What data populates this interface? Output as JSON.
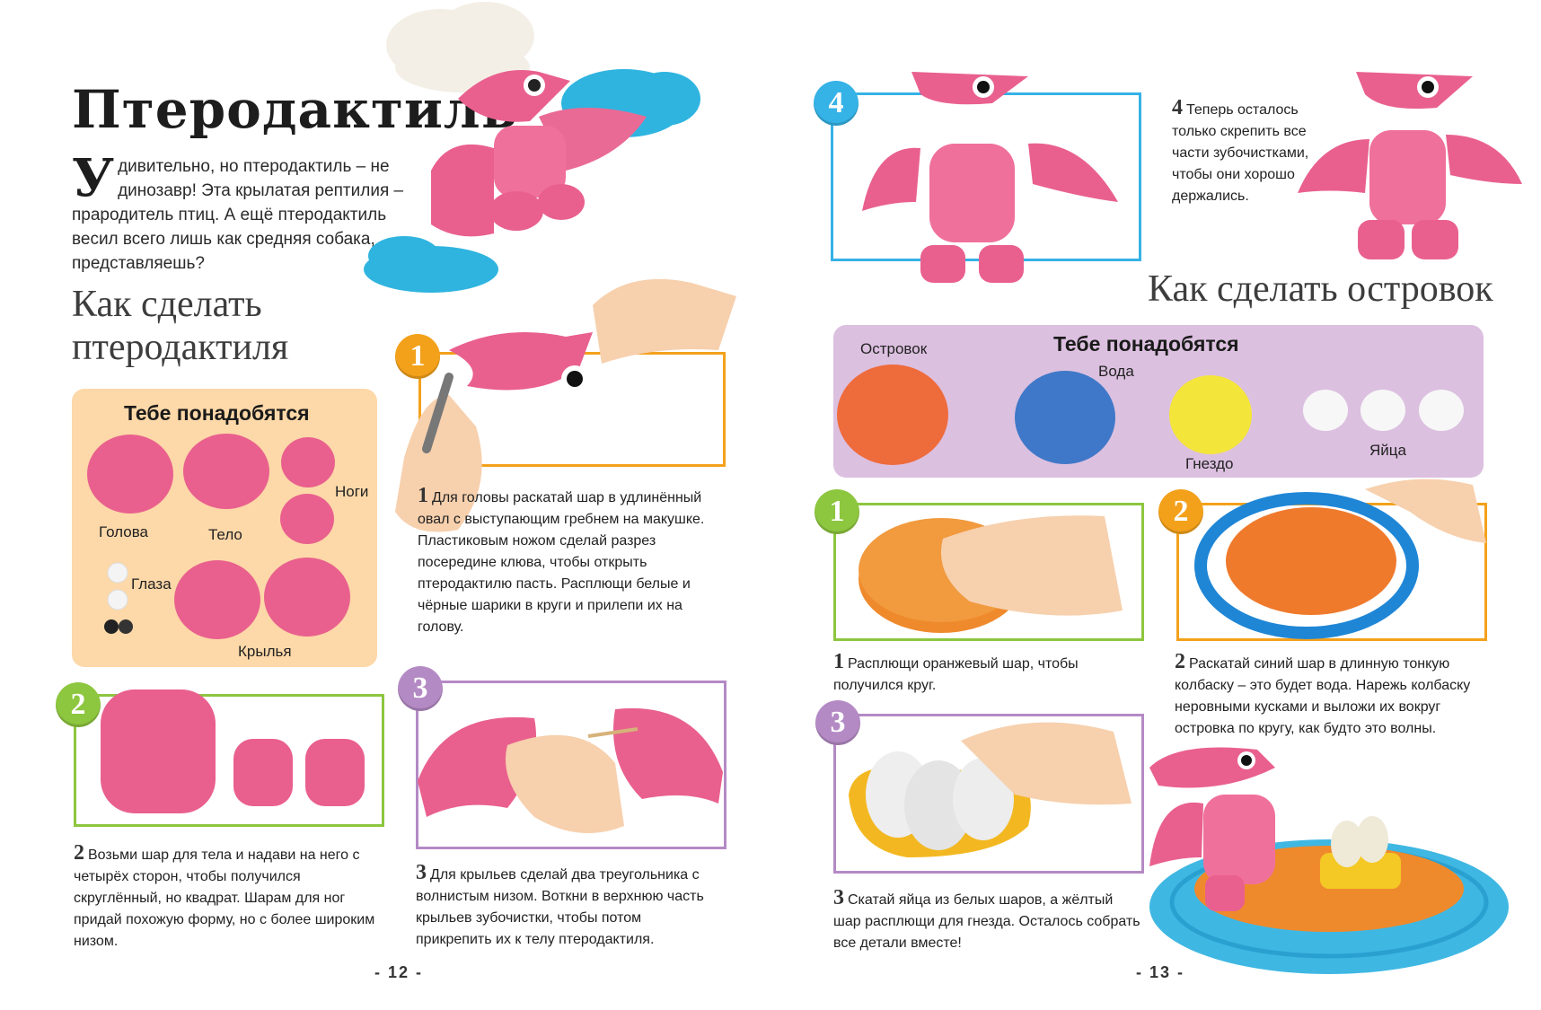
{
  "left_page": {
    "title": "Птеродактиль",
    "intro_drop_letter": "У",
    "intro_text": "дивительно, но птеродактиль – не динозавр! Эта крылатая рептилия – прародитель птиц. А ещё птеродактиль весил всего лишь как средняя собака, представляешь?",
    "subtitle_line1": "Как сделать",
    "subtitle_line2": "птеродактиля",
    "materials": {
      "title": "Тебе понадобятся",
      "labels": {
        "head": "Голова",
        "body": "Тело",
        "legs": "Ноги",
        "eyes": "Глаза",
        "wings": "Крылья"
      }
    },
    "steps": [
      {
        "num": "1",
        "text": "Для головы раскатай шар в удлинённый овал с выступающим гребнем на макушке. Пластиковым ножом сделай разрез посередине клюва, чтобы открыть птеродактилю пасть. Расплющи белые и чёрные шарики в круги и прилепи их на голову."
      },
      {
        "num": "2",
        "text": "Возьми шар для тела и надави на него с четырёх сторон, чтобы получился скруглённый, но квадрат. Шарам для ног придай похожую форму, но с более широким низом."
      },
      {
        "num": "3",
        "text": "Для крыльев сделай два треугольника с волнистым низом. Воткни в верхнюю часть крыльев зубочистки, чтобы потом прикрепить их к телу птеродактиля."
      }
    ],
    "page_number": "- 12 -"
  },
  "right_page": {
    "step4": {
      "num": "4",
      "text": "Теперь осталось только скрепить все части зубочистками, чтобы они хорошо держались."
    },
    "subtitle": "Как сделать островок",
    "materials": {
      "title": "Тебе понадобятся",
      "labels": {
        "island": "Островок",
        "water": "Вода",
        "nest": "Гнездо",
        "eggs": "Яйца"
      }
    },
    "steps": [
      {
        "num": "1",
        "text": "Расплющи оранжевый шар, чтобы получился круг."
      },
      {
        "num": "2",
        "text": "Раскатай синий шар в длинную тонкую колбаску – это будет вода. Нарежь колбаску неровными кусками и выложи их вокруг островка по кругу, как будто это волны."
      },
      {
        "num": "3",
        "text": "Скатай яйца из белых шаров, а жёлтый шар расплющи для гнезда. Осталось собрать все детали вместе!"
      }
    ],
    "page_number": "- 13 -"
  },
  "colors": {
    "pink": "#e9608e",
    "pink_light": "#f28fb0",
    "cyan": "#2fb4e0",
    "orange_panel": "#fdd8a8",
    "purple_panel": "#dcc0e0",
    "badge_orange": "#f3a11b",
    "badge_green": "#8dc63f",
    "badge_purple": "#b48ac5",
    "badge_blue": "#35b2e6",
    "box_orange": "#f3a11b",
    "box_green": "#8dc63f",
    "box_purple": "#b48ac5",
    "box_blue": "#35b2e6"
  }
}
